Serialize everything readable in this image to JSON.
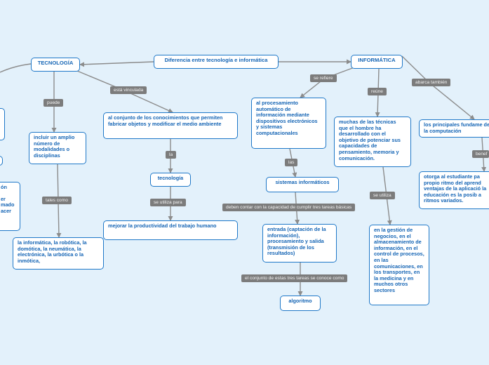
{
  "nodes": {
    "diferencia": "Diferencia entre tecnología e informática",
    "tecnologia": "TECNOLOGÍA",
    "informatica": "INFORMÁTICA",
    "conjunto_conocimientos": "al conjunto de los conocimientos que permiten fabricar objetos y modificar el medio ambiente",
    "incluir": "incluir un amplio número de modalidades o disciplinas",
    "tecnologia_lower": "tecnología",
    "mejorar": "mejorar la productividad del trabajo humano",
    "disciplinas_list": "la informática, la robótica, la domótica, la neumática, la electrónica, la urbótica o la inmótica,",
    "procesamiento": "al procesamiento automático de información mediante dispositivos electrónicos y sistemas computacionales",
    "sistemas": "sistemas informáticos",
    "entrada": "entrada (captación de la información), procesamiento y salida (transmisión de los resultados)",
    "algoritmo": "algoritmo",
    "tecnicas": "muchas de las técnicas que el hombre ha desarrollado con el objetivo de potenciar sus capacidades de pensamiento, memoria y comunicación.",
    "gestion": "en la gestión de negocios, en el almacenamiento de información, en el control de procesos, en las comunicaciones, en los transportes, en la medicina y en muchos otros sectores",
    "principales": "los principales fundame de la computación",
    "otorga": "otorga al estudiante pa propio ritmo del aprend ventajas de la aplicació la educación es la posib a ritmos variados.",
    "left_partial_1": "ón",
    "left_partial_2": "er",
    "left_partial_3": "mado",
    "left_partial_4": "acer"
  },
  "labels": {
    "se_refiere": "se refiere",
    "esta_vinculada": "está vinculada",
    "puede": "puede",
    "la": "la",
    "se_utiliza_para": "se utiliza para",
    "tales_como": "tales como",
    "las": "las",
    "deben_contar": "deben contar con la capacidad de cumplir tres tareas básicas",
    "el_conjunto": "el conjunto de estas tres tareas se conoce como",
    "reune": "reúne",
    "abarca_tambien": "abarca también",
    "se_utiliza": "se utiliza",
    "benef": "benef"
  },
  "colors": {
    "background": "#e3f1fb",
    "node_border": "#1f78c8",
    "node_text": "#1565b5",
    "link_label_bg": "#7c7c7c",
    "line": "#8c8c8c"
  }
}
